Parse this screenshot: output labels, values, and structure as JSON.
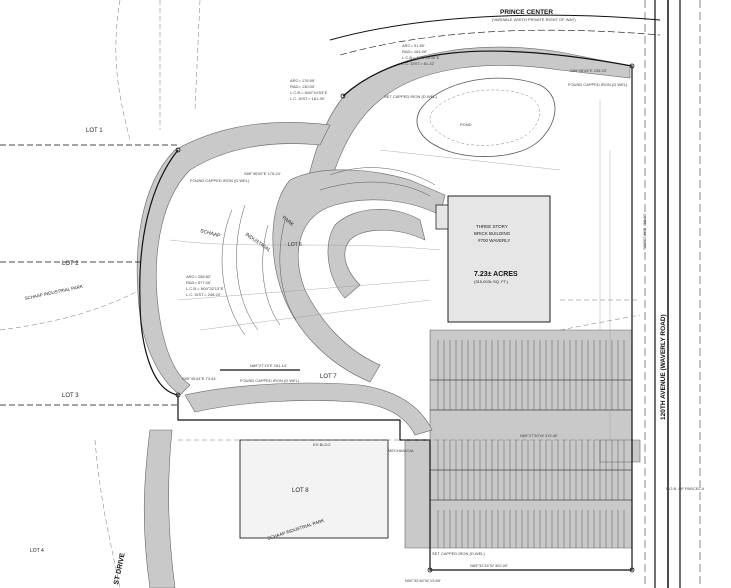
{
  "map": {
    "street_north": "PRINCE CENTER",
    "street_north_sub": "(VARIABLE WIDTH PRIVATE RIGHT OF WAY)",
    "street_east": "120TH AVENUE (WAVERLY ROAD)",
    "street_sw": "ST DRIVE",
    "lots": [
      "LOT 1",
      "LOT 2",
      "LOT 3",
      "LOT 4",
      "LOT 7",
      "LOT 8"
    ],
    "park_labels": [
      "SCHAAP",
      "INDUSTRIAL",
      "PARK",
      "SCHAAP INDUSTRIAL PARK",
      "SCHAAP INDUSTRIAL PARK"
    ],
    "park_lot": "LOT 6",
    "building": {
      "line1": "THREE STORY",
      "line2": "BRICK BUILDING",
      "line3": "#700 WAVERLY",
      "acres": "7.23± ACRES",
      "sqft": "(315,003± SQ. FT.)"
    },
    "pob": "P.O.B. OF PARCEL A",
    "curve_top": [
      "ARC= 176.99'",
      "RAD= 130.00'",
      "L.C.B.= N40°44'53\"E",
      "L.C. DIST.= 161.39'"
    ],
    "curve_top_right": [
      "ARC= 91.89'",
      "RAD= 164.00'",
      "L.C.B.= N73°44'40\"E",
      "L.C. DIST.= 81.32'"
    ],
    "curve_left": [
      "ARC= 258.82'",
      "RAD= 577.00'",
      "L.C.B.= N04°32'13\"E",
      "L.C. DIST.= 248.23'"
    ],
    "bearings": [
      "S89°46'00\"E 175.24'",
      "S89°45'43\"E 235.33'",
      "N89°27'13\"E 161.14'",
      "S89°45'44\"E 73.44'",
      "N89°32'25\"W 302.00'",
      "N89°27'30\"W 315.40'",
      "N00°32'46\"W 13.69'",
      "S00°32'46\"E 488.20'"
    ],
    "notes": {
      "found_capped": "FOUND CAPPED IRON (D.WEL)",
      "set_capped": "SET CAPPED IRON (D.WEL)",
      "pond": "POND",
      "eh_bldg": "EH BLDG",
      "mechanical": "MECHANICAL"
    }
  }
}
